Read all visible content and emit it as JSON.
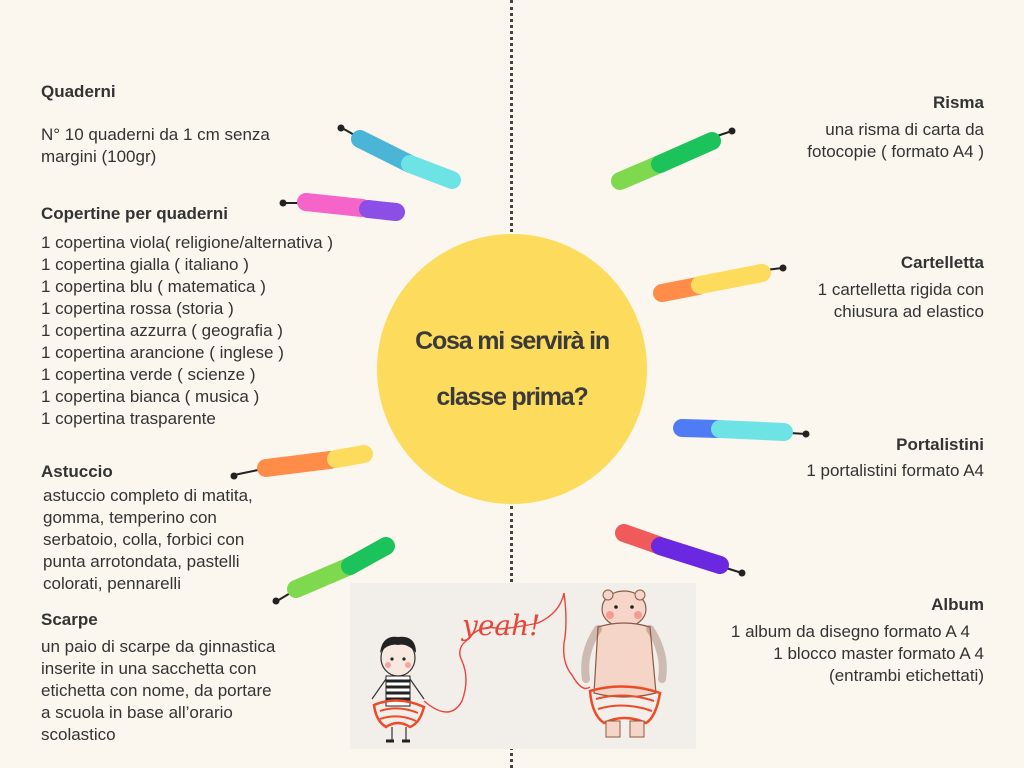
{
  "center": {
    "title_line1": "Cosa mi servirà  in",
    "title_line2": "classe prima?"
  },
  "sections": {
    "quaderni": {
      "title": "Quaderni",
      "lines": [
        "N° 10 quaderni da 1 cm senza",
        "margini (100gr)"
      ]
    },
    "copertine": {
      "title": "Copertine per quaderni",
      "lines": [
        "1 copertina viola( religione/alternativa )",
        "1 copertina gialla ( italiano )",
        "1 copertina blu ( matematica )",
        "1 copertina rossa (storia )",
        "1 copertina azzurra ( geografia )",
        "1 copertina arancione ( inglese )",
        "1 copertina verde ( scienze )",
        "1 copertina bianca ( musica )",
        "1 copertina trasparente"
      ]
    },
    "astuccio": {
      "title": "Astuccio",
      "lines": [
        "astuccio completo di matita,",
        "gomma, temperino con",
        "serbatoio, colla, forbici con",
        "punta arrotondata, pastelli",
        "colorati, pennarelli"
      ]
    },
    "scarpe": {
      "title": "Scarpe",
      "lines": [
        "un paio di scarpe da ginnastica",
        "inserite in una sacchetta con",
        "etichetta con nome, da portare",
        "a scuola in base all’orario",
        "scolastico"
      ]
    },
    "risma": {
      "title": "Risma",
      "lines": [
        "una risma di carta da",
        "fotocopie ( formato A4 )"
      ]
    },
    "cartelletta": {
      "title": "Cartelletta",
      "lines": [
        "1 cartelletta rigida con",
        "chiusura ad elastico"
      ]
    },
    "portalistini": {
      "title": "Portalistini",
      "lines": [
        "1 portalistini formato A4"
      ]
    },
    "album": {
      "title": "Album",
      "lines": [
        "1 album da  disegno formato A 4",
        "1 blocco master formato A 4",
        "(entrambi etichettati)"
      ]
    }
  },
  "illustration": {
    "handwritten_text": "yeah!"
  },
  "colors": {
    "sun": "#fddb5c",
    "background": "#fbf7ef",
    "blue": "#4ab5d6",
    "cyan": "#6ee3e6",
    "pink": "#f564c8",
    "purple": "#8b4fe8",
    "orange": "#ff8c48",
    "yellow": "#fddb5c",
    "green": "#1cc25a",
    "lime": "#7ed94f",
    "royal_blue": "#4f7cf5",
    "red": "#f05a5a",
    "violet": "#6a28e0"
  }
}
